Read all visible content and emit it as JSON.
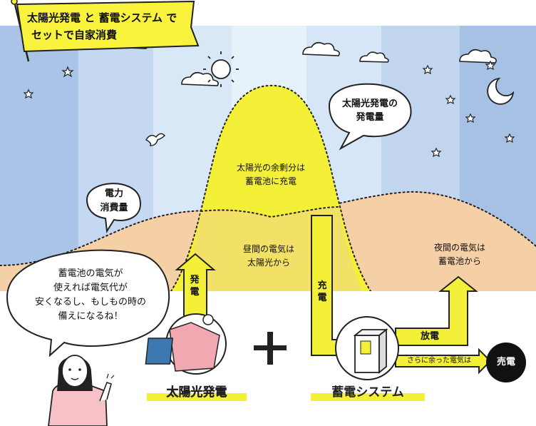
{
  "banner": {
    "line1": "太陽光発電 と 蓄電システム で",
    "line2": "セットで自家消費"
  },
  "bubble_generation": "太陽光発電の\n発電量",
  "bubble_consumption": "電力\n消費量",
  "bubble_speech": "蓄電池の電気が\n使えれば電気代が\n安くなるし、もしもの時の\n備えになるね！",
  "label_surplus": "太陽光の余剰分は\n蓄電池に充電",
  "label_daytime": "昼間の電気は\n太陽光から",
  "label_night": "夜間の電気は\n蓄電池から",
  "arrow_generate": "発電",
  "arrow_charge": "充電",
  "arrow_discharge": "放電",
  "arrow_surplus_sell": "さらに余った電気は",
  "badge_sell": "売電",
  "title_solar": "太陽光発電",
  "title_storage": "蓄電システム",
  "plus_sign": "＋",
  "colors": {
    "sky_night": "#a8c4e6",
    "sky_mid": "#c9dcf2",
    "sky_day": "#e0eef8",
    "consumption": "#f5cfa6",
    "generation": "#f4ef37",
    "arrow": "#f4ef37",
    "banner": "#f9f33d",
    "outline": "#222222",
    "sell_badge": "#111111"
  }
}
